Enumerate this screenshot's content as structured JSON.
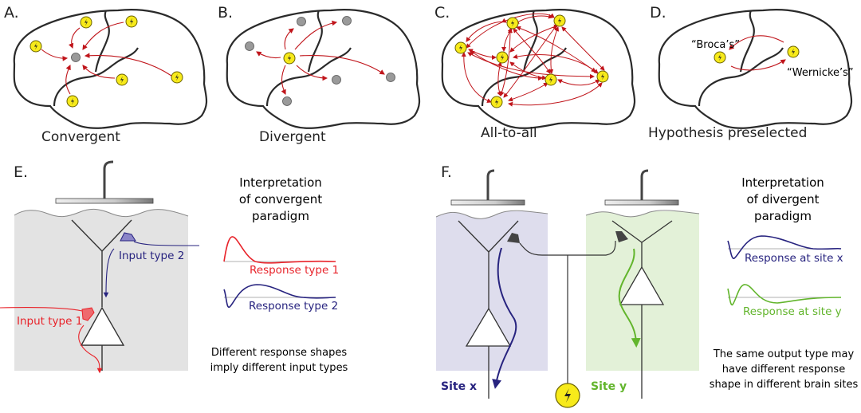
{
  "colors": {
    "arrow": "#c0151b",
    "stim_yellow": "#f7ea1a",
    "node_gray": "#9a9a9a",
    "input1_red": "#e8232a",
    "input2_blue": "#27237f",
    "site_x_bg": "#dedded",
    "site_y_bg": "#e3f1d8",
    "site_y_green": "#62b52c",
    "tissue_gray": "#e3e3e3"
  },
  "panels": {
    "A": {
      "letter": "A.",
      "caption": "Convergent"
    },
    "B": {
      "letter": "B.",
      "caption": "Divergent"
    },
    "C": {
      "letter": "C.",
      "caption": "All-to-all"
    },
    "D": {
      "letter": "D.",
      "caption": "Hypothesis preselected",
      "label_left": "“Broca’s”",
      "label_right": "“Wernicke’s”"
    },
    "E": {
      "letter": "E.",
      "input1": "Input type 1",
      "input2": "Input type 2",
      "interp_lines": [
        "Interpretation",
        "of convergent",
        "paradigm"
      ],
      "resp1": "Response type 1",
      "resp2": "Response type 2",
      "note_lines": [
        "Different response shapes",
        "imply different input types"
      ]
    },
    "F": {
      "letter": "F.",
      "site_x": "Site x",
      "site_y": "Site y",
      "interp_lines": [
        "Interpretation",
        "of divergent",
        "paradigm"
      ],
      "resp_x": "Response at site x",
      "resp_y": "Response at site y",
      "note_lines": [
        "The same output type may",
        "have different response",
        "shape in different brain sites"
      ]
    }
  },
  "icons": {
    "stimulation": "lightning-bolt-icon",
    "recording": "gray-node"
  }
}
